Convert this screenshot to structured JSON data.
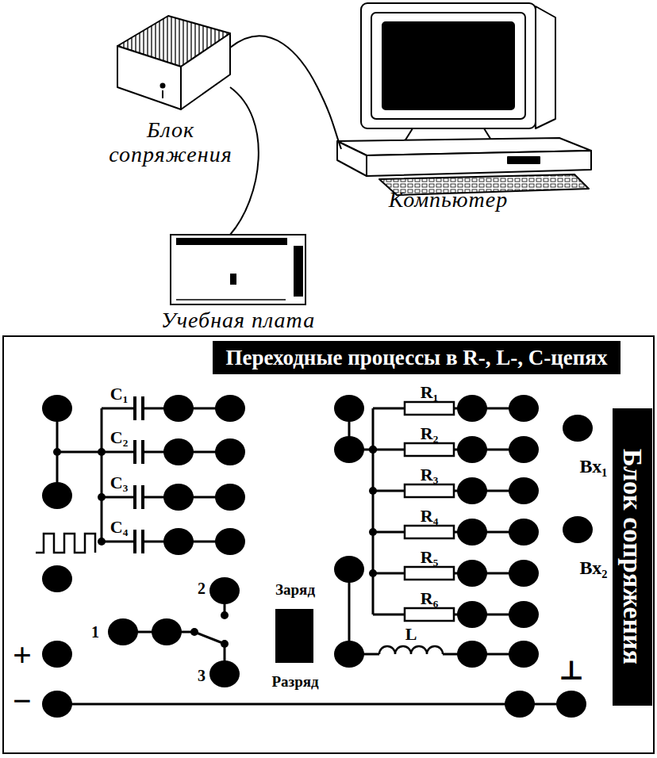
{
  "diagram": {
    "nodes": [
      {
        "text": [
          "Переходные процессы в R-, L-, C-цепях"
        ]
      },
      {
        "text": [
          "Блок сопряжения"
        ]
      }
    ],
    "labels": [
      "Блок сопряжения",
      "Компьютер",
      "Учебная плата",
      "C₁",
      "C₂",
      "C₃",
      "C₄",
      "R₁",
      "R₂",
      "R₃",
      "R₄",
      "R₅",
      "R₆",
      "L",
      "Вх₁",
      "Вх₂",
      "Заряд",
      "Разряд",
      "1",
      "2",
      "3",
      "+",
      "−",
      "⊥"
    ]
  }
}
